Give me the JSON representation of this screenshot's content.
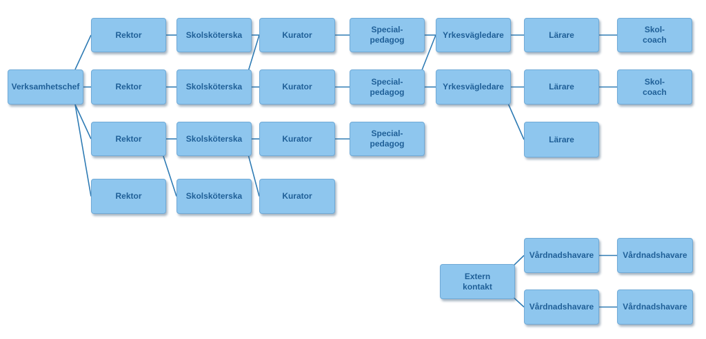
{
  "diagram": {
    "nodes": {
      "verksamhetschef": "Verksamhetschef",
      "rektor_1": "Rektor",
      "rektor_2": "Rektor",
      "rektor_3": "Rektor",
      "rektor_4": "Rektor",
      "skolskoterska_1": "Skolsköterska",
      "skolskoterska_2": "Skolsköterska",
      "skolskoterska_3": "Skolsköterska",
      "skolskoterska_4": "Skolsköterska",
      "kurator_1": "Kurator",
      "kurator_2": "Kurator",
      "kurator_3": "Kurator",
      "kurator_4": "Kurator",
      "specialpedagog_1": "Special-\npedagog",
      "specialpedagog_2": "Special-\npedagog",
      "specialpedagog_3": "Special-\npedagog",
      "yrkesvagledare_1": "Yrkesvägledare",
      "yrkesvagledare_2": "Yrkesvägledare",
      "larare_1": "Lärare",
      "larare_2": "Lärare",
      "larare_3": "Lärare",
      "skolcoach_1": "Skol-\ncoach",
      "skolcoach_2": "Skol-\ncoach",
      "extern_kontakt": "Extern\nkontakt",
      "vardnadshavare_1": "Vårdnadshavare",
      "vardnadshavare_2": "Vårdnadshavare",
      "vardnadshavare_3": "Vårdnadshavare",
      "vardnadshavare_4": "Vårdnadshavare"
    },
    "edges": [
      [
        "verksamhetschef",
        "rektor_1"
      ],
      [
        "verksamhetschef",
        "rektor_2"
      ],
      [
        "verksamhetschef",
        "rektor_3"
      ],
      [
        "verksamhetschef",
        "rektor_4"
      ],
      [
        "rektor_1",
        "skolskoterska_1"
      ],
      [
        "rektor_2",
        "skolskoterska_2"
      ],
      [
        "rektor_3",
        "skolskoterska_3"
      ],
      [
        "rektor_3",
        "skolskoterska_4"
      ],
      [
        "skolskoterska_1",
        "kurator_1"
      ],
      [
        "skolskoterska_2",
        "kurator_1"
      ],
      [
        "skolskoterska_2",
        "kurator_2"
      ],
      [
        "skolskoterska_3",
        "kurator_3"
      ],
      [
        "skolskoterska_3",
        "kurator_4"
      ],
      [
        "kurator_1",
        "specialpedagog_1"
      ],
      [
        "kurator_2",
        "specialpedagog_2"
      ],
      [
        "kurator_3",
        "specialpedagog_3"
      ],
      [
        "specialpedagog_1",
        "yrkesvagledare_1"
      ],
      [
        "specialpedagog_2",
        "yrkesvagledare_1"
      ],
      [
        "specialpedagog_2",
        "yrkesvagledare_2"
      ],
      [
        "yrkesvagledare_1",
        "larare_1"
      ],
      [
        "yrkesvagledare_2",
        "larare_2"
      ],
      [
        "yrkesvagledare_2",
        "larare_3"
      ],
      [
        "larare_1",
        "skolcoach_1"
      ],
      [
        "larare_2",
        "skolcoach_2"
      ],
      [
        "extern_kontakt",
        "vardnadshavare_1"
      ],
      [
        "extern_kontakt",
        "vardnadshavare_2"
      ],
      [
        "vardnadshavare_1",
        "vardnadshavare_3"
      ],
      [
        "vardnadshavare_2",
        "vardnadshavare_4"
      ]
    ],
    "colors": {
      "node_fill": "#8ec6ee",
      "node_text": "#1f5f97",
      "connector": "#2e7bb4"
    }
  }
}
